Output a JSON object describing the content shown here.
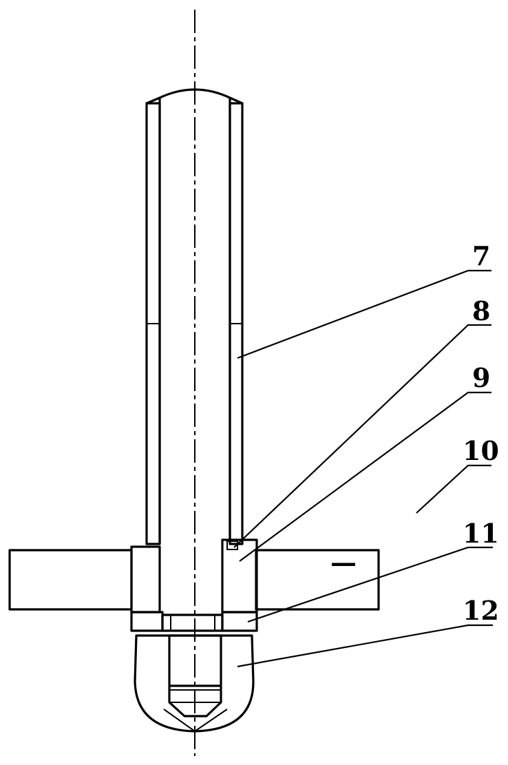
{
  "drawing": {
    "callouts": [
      {
        "id": "7",
        "label": "7"
      },
      {
        "id": "8",
        "label": "8"
      },
      {
        "id": "9",
        "label": "9"
      },
      {
        "id": "10",
        "label": "10"
      },
      {
        "id": "11",
        "label": "11"
      },
      {
        "id": "12",
        "label": "12"
      }
    ]
  },
  "colors": {
    "ink": "#000000",
    "paper": "#ffffff"
  }
}
